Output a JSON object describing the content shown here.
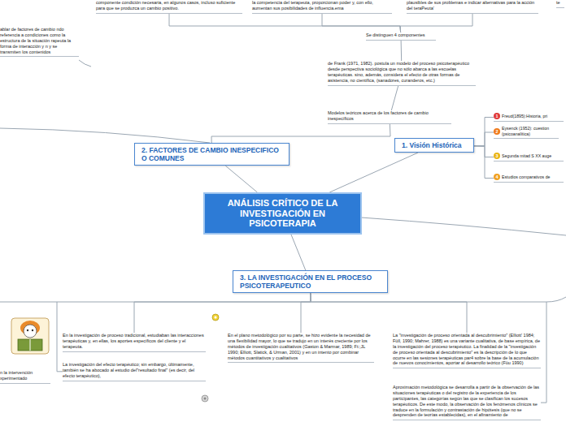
{
  "diagram": {
    "nodes": [
      {
        "text": [
          "ANÁLISIS CRÍTICO DE LA INVESTIGACIÓN EN PSICOTERAPIA"
        ]
      },
      {
        "text": [
          "1. Visión Histórica"
        ]
      },
      {
        "text": [
          "2. FACTORES DE CAMBIO INESPECIFICO O COMUNES"
        ]
      },
      {
        "text": [
          "3. LA INVESTIGACIÓN EN EL PROCESO PSICOTERAPEUTICO"
        ]
      },
      {
        "text": [
          "Freud(1895):Historia, pri"
        ]
      },
      {
        "text": [
          "Eysenck (1952): cuestion (psicoanalítica)"
        ]
      },
      {
        "text": [
          "Segunda mitad S XX auge"
        ]
      },
      {
        "text": [
          "Estudios comparativos de"
        ]
      },
      {
        "text": [
          "Modelos teóricos acerca de los factores de cambio inespecíficos"
        ]
      },
      {
        "text": [
          "de Frank (1971, 1982). postula un modelo del proceso psicoterapéutico desde perspectiva sociológica que no sólo abarca a las escuelas terapéuticas. sino, además, considera el efecto de otras formas de asistencia, no científica, (sanadores, curanderos, etc.)"
        ]
      },
      {
        "text": [
          "Se distinguen 4 componentes"
        ]
      },
      {
        "text": [
          "componente condición necesaria, en algunos casos, incluso suficiente para que se produzca un cambio positivo."
        ]
      },
      {
        "text": [
          "la competencia del terapeuta, proporcionan poder y, con ello, aumentan sus posibilidades de influencia.ema"
        ]
      },
      {
        "text": [
          "plausibles de sus problemas e indicar alternativas para la acción del teraPeuta'"
        ]
      },
      {
        "text": [
          "te"
        ]
      },
      {
        "text": [
          "En la investigación de proceso tradicional, estudiaban las interacciones terapéuticas y, en ellas, los aportes específicos del cliente y el terapeuta."
        ]
      },
      {
        "text": [
          "La investigación del efecto terapéutico; sin embargo, últimamente, también se ha abocado al estudio del\"resultado final\" (es decir, del efecto terapéutico),"
        ]
      },
      {
        "text": [
          "En el plano metodológico por su parte, se hizo evidente la necesidad de una flexibilidad mayor, lo que se tradujo en un interés creciente por los métodos de investigación cualitativos (Gaston & Marmar, 1989; Ft:;JL 1990; Elliott, Slatick, & Urman, 2001) y en un intento por combinar métodos cuantitativos y cualitativos"
        ]
      },
      {
        "text": [
          "La \"investigación de proceso orientada al descubrimiento\" (Elliott' 1984; Füll, 1990; Mahrer, 1988) es una variante cualitativa, de base empírica, de la investigación del proceso terapéutico. La finalidad de la \"investigación de proceso orientada al descubrimiento\" es la descripción de lo que ocurre en las sesiones terapéuticas par4 sobre la base de la acumulación de nuevos conocimientos, aportar al desarrollo teórico (Füu 1990)"
        ]
      },
      {
        "text": [
          "Aproximación metodológica se desarrolla a partir de la observación de las situaciones terapéuticas o del registro de la experiencia de los participantes, las categorías según las que se clasifican los sucesos terapéuticos. De este modo, la observación de los fenómenos clínicos se traduce en la formulación y contrastación de hipótesis (que no se desprenden de teorías establecidas), en el afinamiento de"
        ]
      },
      {
        "text": [
          "ablar de factores de cambio ndo referencia a condiciones como la estructura de la situación rapeuta la forma de interacción y n y se transmiten los contenidos"
        ]
      },
      {
        "text": [
          "n la intervención xperimentado"
        ]
      }
    ],
    "edges": [
      {
        "from": 0,
        "to": 1,
        "arrow": "none"
      },
      {
        "from": 0,
        "to": 2,
        "arrow": "none"
      },
      {
        "from": 0,
        "to": 3,
        "arrow": "none"
      },
      {
        "from": 1,
        "to": 4,
        "arrow": "none"
      },
      {
        "from": 1,
        "to": 5,
        "arrow": "none"
      },
      {
        "from": 1,
        "to": 6,
        "arrow": "none"
      },
      {
        "from": 1,
        "to": 7,
        "arrow": "none"
      },
      {
        "from": 2,
        "to": 8,
        "arrow": "none"
      },
      {
        "from": 8,
        "to": 9,
        "arrow": "none"
      },
      {
        "from": 9,
        "to": 10,
        "arrow": "none"
      },
      {
        "from": 10,
        "to": 11,
        "arrow": "none"
      },
      {
        "from": 10,
        "to": 12,
        "arrow": "none"
      },
      {
        "from": 10,
        "to": 13,
        "arrow": "none"
      },
      {
        "from": 3,
        "to": 15,
        "arrow": "none"
      },
      {
        "from": 3,
        "to": 16,
        "arrow": "none"
      },
      {
        "from": 3,
        "to": 17,
        "arrow": "none"
      },
      {
        "from": 3,
        "to": 18,
        "arrow": "none"
      },
      {
        "from": 3,
        "to": 19,
        "arrow": "none"
      }
    ],
    "labels": [
      "1",
      "2",
      "3",
      "4"
    ]
  }
}
